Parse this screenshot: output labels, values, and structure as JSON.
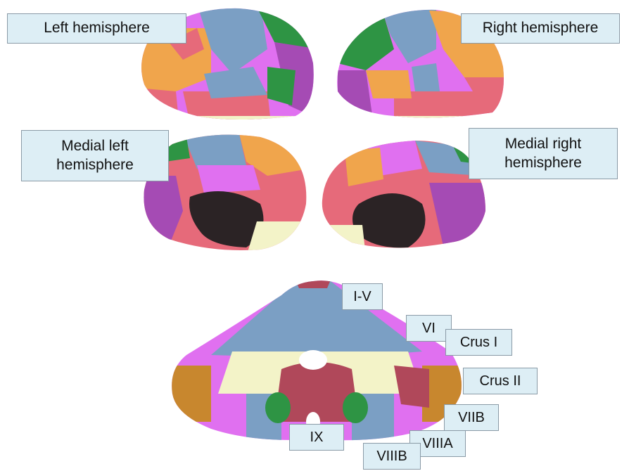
{
  "colors": {
    "blue": "#7b9fc4",
    "orange": "#f0a54c",
    "magenta": "#e070f0",
    "green": "#2e9444",
    "pink": "#e66a7a",
    "purple": "#a54bb4",
    "cream": "#f3f3c8",
    "dark": "#2b2325",
    "maroon": "#b0485a",
    "tan": "#c8872e"
  },
  "labels": {
    "left_hemisphere": "Left hemisphere",
    "right_hemisphere": "Right hemisphere",
    "medial_left": "Medial left\nhemisphere",
    "medial_right": "Medial right\nhemisphere",
    "lobule_i_v": "I-V",
    "lobule_vi": "VI",
    "crus_i": "Crus I",
    "crus_ii": "Crus II",
    "lobule_viib": "VIIB",
    "lobule_viiia": "VIIIA",
    "lobule_viiib": "VIIIB",
    "lobule_ix": "IX"
  }
}
